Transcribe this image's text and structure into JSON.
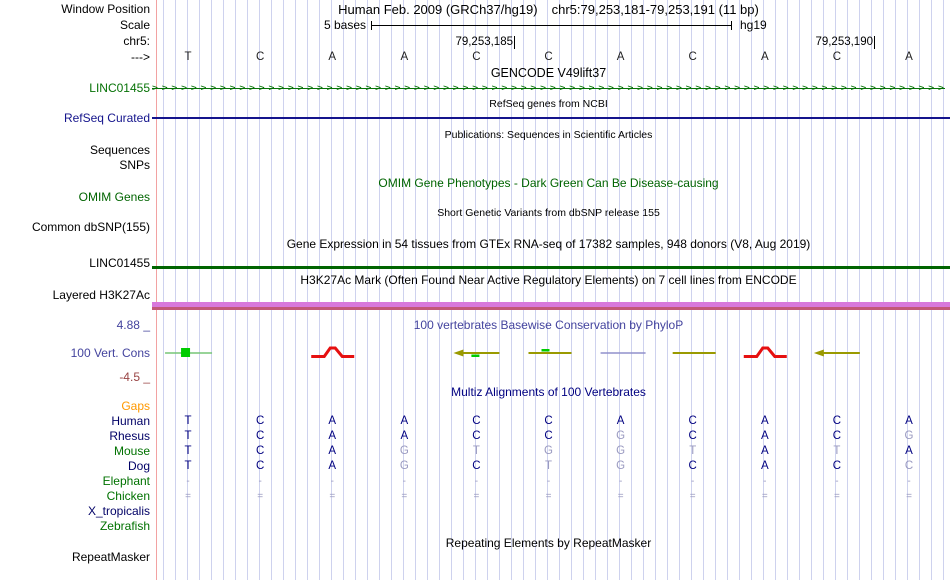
{
  "header": {
    "assembly": "Human Feb. 2009 (GRCh37/hg19)",
    "position": "chr5:79,253,181-79,253,191 (11 bp)"
  },
  "labels": {
    "window_position": "Window Position",
    "scale": "Scale",
    "chrom": "chr5:",
    "strand": "--->",
    "linc_gencode": "LINC01455",
    "refseq_curated": "RefSeq Curated",
    "sequences": "Sequences",
    "snps": "SNPs",
    "omim_genes": "OMIM Genes",
    "common_dbsnp": "Common dbSNP(155)",
    "linc_gtex": "LINC01455",
    "layered_h3k27ac": "Layered H3K27Ac",
    "cons_max": "4.88 _",
    "vert_cons": "100 Vert. Cons",
    "cons_min": "-4.5 _",
    "repeatmasker": "RepeatMasker"
  },
  "scale_bar": {
    "label": "5 bases",
    "genome": "hg19"
  },
  "ruler": {
    "positions": [
      {
        "text": "79,253,185",
        "tick_x": 361
      },
      {
        "text": "79,253,190",
        "tick_x": 721
      }
    ],
    "bases": [
      "T",
      "C",
      "A",
      "A",
      "C",
      "C",
      "A",
      "C",
      "A",
      "C",
      "A"
    ]
  },
  "titles": {
    "gencode": "GENCODE V49lift37",
    "refseq": "RefSeq genes from NCBI",
    "publications": "Publications: Sequences in Scientific Articles",
    "omim": "OMIM Gene Phenotypes - Dark Green Can Be Disease-causing",
    "dbsnp": "Short Genetic Variants from dbSNP release 155",
    "gtex": "Gene Expression in 54 tissues from GTEx RNA-seq of 17382 samples, 948 donors (V8, Aug 2019)",
    "h3k27ac": "H3K27Ac Mark (Often Found Near Active Regulatory Elements) on 7 cell lines from ENCODE",
    "phylop": "100 vertebrates Basewise Conservation by PhyloP",
    "multiz": "Multiz Alignments of 100 Vertebrates",
    "repeats": "Repeating Elements by RepeatMasker"
  },
  "gencode_track": {
    "arrow_glyph": ">",
    "arrow_count": 82
  },
  "conservation": {
    "scale_max": 4.88,
    "scale_min": -4.5,
    "marks": [
      {
        "col": 1,
        "type": "green-line-square"
      },
      {
        "col": 3,
        "type": "red-caret"
      },
      {
        "col": 5,
        "type": "olive-arrow-left",
        "green_tick": "below"
      },
      {
        "col": 6,
        "type": "olive-line",
        "green_tick": "above"
      },
      {
        "col": 7,
        "type": "slate-line"
      },
      {
        "col": 8,
        "type": "olive-line"
      },
      {
        "col": 9,
        "type": "red-caret"
      },
      {
        "col": 10,
        "type": "olive-arrow-left"
      }
    ]
  },
  "alignment": {
    "species": [
      {
        "name": "Gaps",
        "color": "#ff9900",
        "bases": [
          "",
          "",
          "",
          "",
          "",
          "",
          "",
          "",
          "",
          "",
          ""
        ],
        "dim": [
          0,
          0,
          0,
          0,
          0,
          0,
          0,
          0,
          0,
          0,
          0
        ]
      },
      {
        "name": "Human",
        "color": "#000066",
        "bases": [
          "T",
          "C",
          "A",
          "A",
          "C",
          "C",
          "A",
          "C",
          "A",
          "C",
          "A"
        ],
        "dim": [
          0,
          0,
          0,
          0,
          0,
          0,
          0,
          0,
          0,
          0,
          0
        ]
      },
      {
        "name": "Rhesus",
        "color": "#000066",
        "bases": [
          "T",
          "C",
          "A",
          "A",
          "C",
          "C",
          "G",
          "C",
          "A",
          "C",
          "G"
        ],
        "dim": [
          0,
          0,
          0,
          0,
          0,
          0,
          1,
          0,
          0,
          0,
          1
        ]
      },
      {
        "name": "Mouse",
        "color": "#007200",
        "bases": [
          "T",
          "C",
          "A",
          "G",
          "T",
          "G",
          "G",
          "T",
          "A",
          "T",
          "A"
        ],
        "dim": [
          0,
          0,
          0,
          1,
          1,
          1,
          1,
          1,
          0,
          1,
          0
        ]
      },
      {
        "name": "Dog",
        "color": "#000066",
        "bases": [
          "T",
          "C",
          "A",
          "G",
          "C",
          "T",
          "G",
          "C",
          "A",
          "C",
          "C"
        ],
        "dim": [
          0,
          0,
          0,
          1,
          0,
          1,
          1,
          0,
          0,
          0,
          1
        ]
      },
      {
        "name": "Elephant",
        "color": "#007200",
        "bases": [
          "-",
          "-",
          "-",
          "-",
          "-",
          "-",
          "-",
          "-",
          "-",
          "-",
          "-"
        ],
        "dim": [
          1,
          1,
          1,
          1,
          1,
          1,
          1,
          1,
          1,
          1,
          1
        ]
      },
      {
        "name": "Chicken",
        "color": "#007200",
        "bases": [
          "=",
          "=",
          "=",
          "=",
          "=",
          "=",
          "=",
          "=",
          "=",
          "=",
          "="
        ],
        "dim": [
          1,
          1,
          1,
          1,
          1,
          1,
          1,
          1,
          1,
          1,
          1
        ]
      },
      {
        "name": "X_tropicalis",
        "color": "#000066",
        "bases": [
          "",
          "",
          "",
          "",
          "",
          "",
          "",
          "",
          "",
          "",
          ""
        ],
        "dim": [
          0,
          0,
          0,
          0,
          0,
          0,
          0,
          0,
          0,
          0,
          0
        ]
      },
      {
        "name": "Zebrafish",
        "color": "#007200",
        "bases": [
          "",
          "",
          "",
          "",
          "",
          "",
          "",
          "",
          "",
          "",
          ""
        ],
        "dim": [
          0,
          0,
          0,
          0,
          0,
          0,
          0,
          0,
          0,
          0,
          0
        ]
      }
    ]
  },
  "colors": {
    "grid": "#ced2ee",
    "boundary": "#f2a2a2",
    "gencode_green": "#067206",
    "refseq_blue": "#14148c",
    "omim_green": "#006400",
    "gtex_green": "#006400",
    "h3k27ac_pink": "#d878dc",
    "h3k27ac_rose": "#c25878",
    "cons_blue": "#44449e",
    "cons_maroon": "#994444",
    "letter_dark": "#000080",
    "letter_dim": "#9a9ac0",
    "mark_red": "#e61010",
    "mark_olive": "#9a9a00",
    "mark_green": "#00cc00",
    "mark_slate": "#9090cc"
  }
}
